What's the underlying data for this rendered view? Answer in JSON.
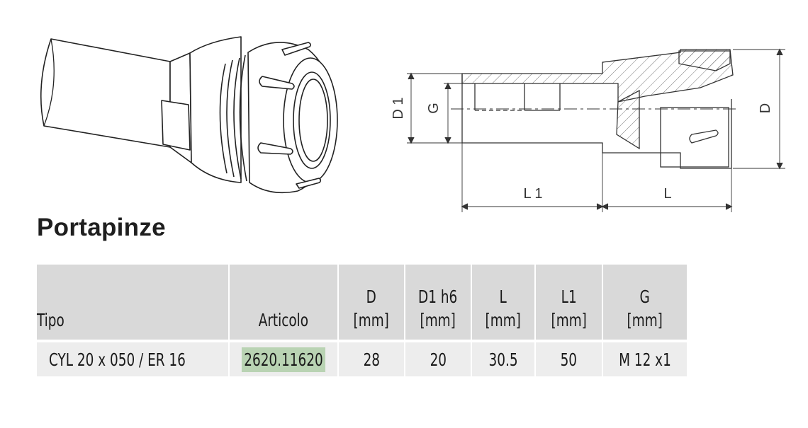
{
  "title": "Portapinze",
  "drawing": {
    "labels": {
      "d1": "D 1",
      "g": "G",
      "d": "D",
      "l1": "L 1",
      "l": "L"
    }
  },
  "table": {
    "headers": {
      "tipo": "Tipo",
      "articolo": "Articolo",
      "d": "D",
      "d_unit": "[mm]",
      "d1": "D1 h6",
      "d1_unit": "[mm]",
      "l": "L",
      "l_unit": "[mm]",
      "l1": "L1",
      "l1_unit": "[mm]",
      "g": "G",
      "g_unit": "[mm]"
    },
    "rows": [
      {
        "tipo": "CYL 20 x 050 / ER 16",
        "articolo": "2620.11620",
        "d": "28",
        "d1": "20",
        "l": "30.5",
        "l1": "50",
        "g": "M 12 x1"
      }
    ]
  },
  "colors": {
    "header_bg": "#d9d9d9",
    "row_bg": "#ededed",
    "article_highlight": "#b9d3b3"
  }
}
